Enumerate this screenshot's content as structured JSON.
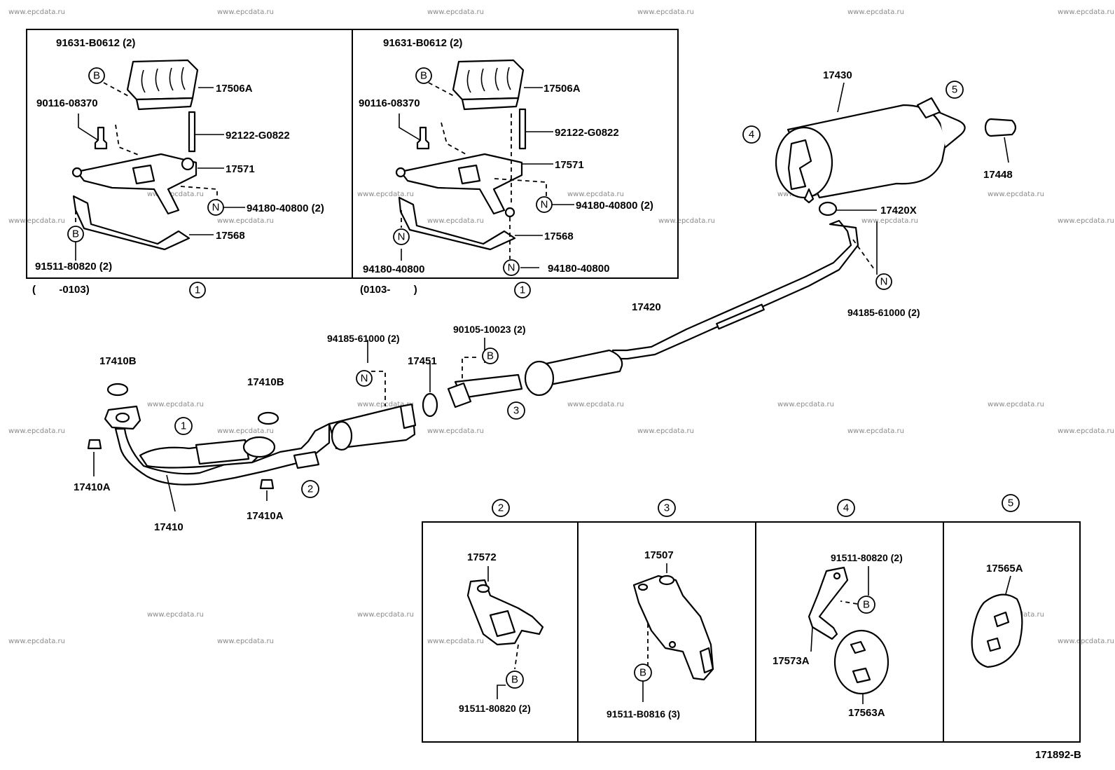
{
  "watermark": "www.epcdata.ru",
  "drawing_number": "171892-B",
  "detail_1_left": {
    "parts": {
      "p_91631": "91631-B0612 (2)",
      "p_17506A": "17506A",
      "p_90116": "90116-08370",
      "p_92122": "92122-G0822",
      "p_17571": "17571",
      "p_94180": "94180-40800 (2)",
      "p_17568": "17568",
      "p_91511": "91511-80820 (2)"
    },
    "range": "(        -0103)",
    "ref": "1"
  },
  "detail_1_right": {
    "parts": {
      "p_91631": "91631-B0612 (2)",
      "p_17506A": "17506A",
      "p_90116": "90116-08370",
      "p_92122": "92122-G0822",
      "p_17571": "17571",
      "p_94180": "94180-40800 (2)",
      "p_17568": "17568",
      "p_94180_a": "94180-40800",
      "p_94180_b": "94180-40800"
    },
    "range": "(0103-        )",
    "ref": "1"
  },
  "main": {
    "p_17430": "17430",
    "p_17448": "17448",
    "p_17420X": "17420X",
    "p_94185_r": "94185-61000 (2)",
    "p_17420": "17420",
    "p_94185_c": "94185-61000 (2)",
    "p_90105": "90105-10023 (2)",
    "p_17451": "17451",
    "p_17410B_l": "17410B",
    "p_17410B_r": "17410B",
    "p_17410A_l": "17410A",
    "p_17410A_r": "17410A",
    "p_17410": "17410"
  },
  "refs": {
    "r1": "1",
    "r2": "2",
    "r3": "3",
    "r4": "4",
    "r5": "5",
    "B": "B",
    "N": "N"
  },
  "detail_2": {
    "ref": "2",
    "p_17572": "17572",
    "p_91511": "91511-80820 (2)"
  },
  "detail_3": {
    "ref": "3",
    "p_17507": "17507",
    "p_91511": "91511-B0816 (3)"
  },
  "detail_4": {
    "ref": "4",
    "p_91511": "91511-80820 (2)",
    "p_17573A": "17573A",
    "p_17563A": "17563A"
  },
  "detail_5": {
    "ref": "5",
    "p_17565A": "17565A"
  }
}
